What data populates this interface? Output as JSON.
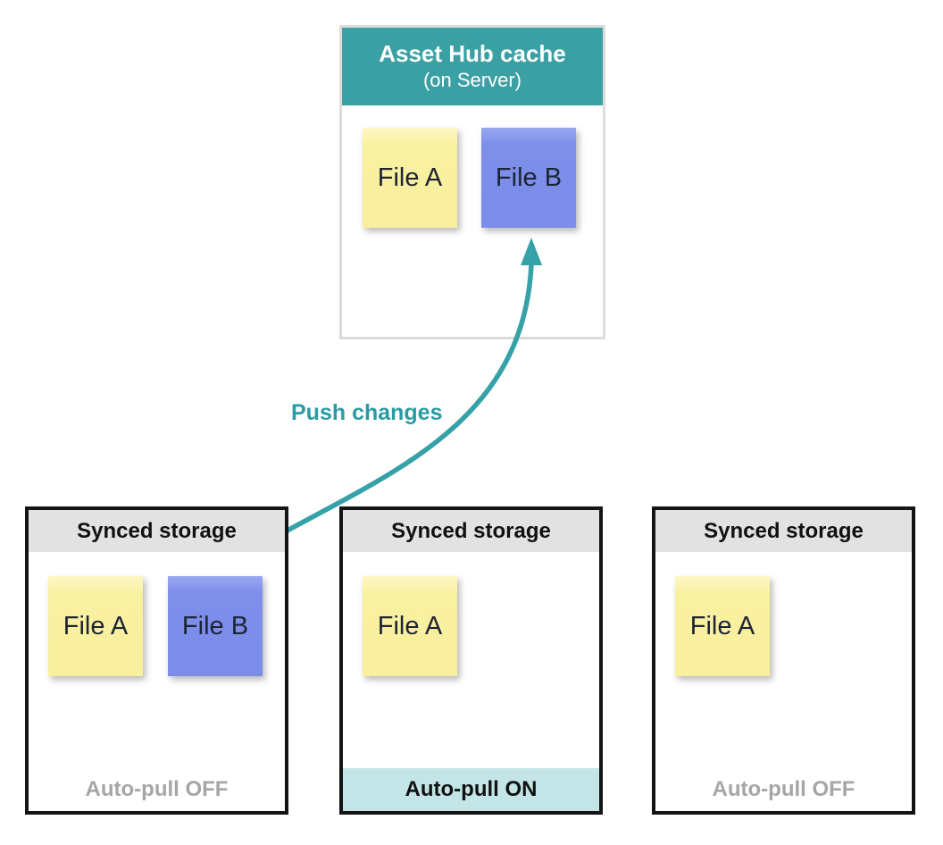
{
  "hub": {
    "title": "Asset Hub cache",
    "subtitle": "(on Server)",
    "files": [
      {
        "label": "File A",
        "color": "yellow"
      },
      {
        "label": "File B",
        "color": "blue"
      }
    ]
  },
  "arrow": {
    "label": "Push changes"
  },
  "storages": [
    {
      "title": "Synced storage",
      "files": [
        {
          "label": "File A",
          "color": "yellow"
        },
        {
          "label": "File B",
          "color": "blue"
        }
      ],
      "footer": "Auto-pull OFF",
      "footer_state": "off"
    },
    {
      "title": "Synced storage",
      "files": [
        {
          "label": "File A",
          "color": "yellow"
        }
      ],
      "footer": "Auto-pull ON",
      "footer_state": "on"
    },
    {
      "title": "Synced storage",
      "files": [
        {
          "label": "File A",
          "color": "yellow"
        }
      ],
      "footer": "Auto-pull OFF",
      "footer_state": "off"
    }
  ],
  "colors": {
    "hub_header": "#3ba0a3",
    "arrow": "#35a1a8",
    "push_label": "#2a9ba3",
    "note_yellow": "#f8f09d",
    "note_blue": "#7b8ce9",
    "storage_header_bg": "#e2e2e2",
    "storage_border": "#141414",
    "auto_pull_on_bg": "#c3e5e7",
    "auto_pull_off_text": "#a6a6a6"
  }
}
